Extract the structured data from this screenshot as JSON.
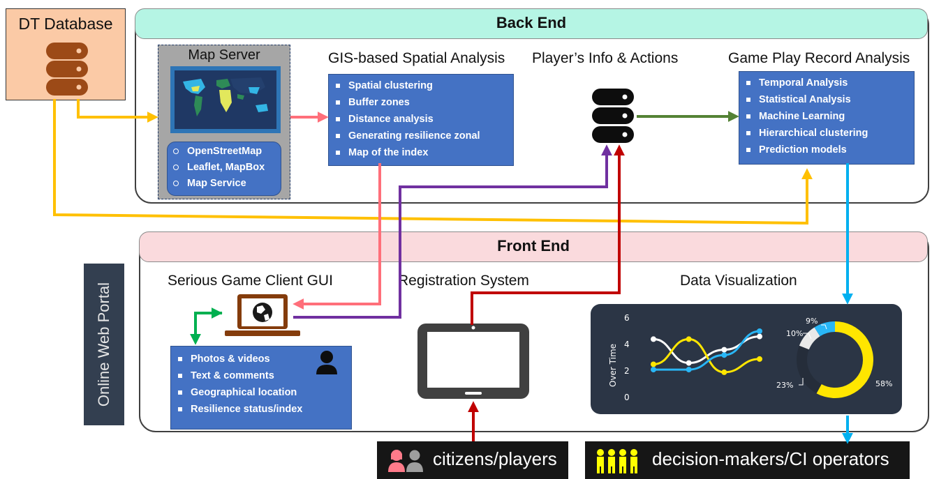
{
  "dt_database": {
    "label": "DT Database"
  },
  "back_end": {
    "title": "Back End",
    "map_server": {
      "title": "Map Server",
      "items": [
        "OpenStreetMap",
        "Leaflet, MapBox",
        "Map Service"
      ]
    },
    "gis": {
      "title": "GIS-based Spatial Analysis",
      "items": [
        "Spatial clustering",
        "Buffer zones",
        "Distance analysis",
        "Generating resilience zonal",
        "Map of the index"
      ]
    },
    "player_info": {
      "title": "Player’s Info & Actions"
    },
    "game_play": {
      "title": "Game Play Record Analysis",
      "items": [
        "Temporal Analysis",
        "Statistical Analysis",
        "Machine Learning",
        "Hierarchical clustering",
        "Prediction models"
      ]
    }
  },
  "front_end": {
    "title": "Front End",
    "side_label": "Online Web Portal",
    "client_gui": {
      "title": "Serious Game Client GUI",
      "items": [
        "Photos & videos",
        "Text & comments",
        "Geographical location",
        "Resilience status/index"
      ]
    },
    "registration": {
      "title": "Registration System"
    },
    "data_vis": {
      "title": "Data Visualization"
    }
  },
  "chart_data": [
    {
      "type": "line",
      "ylabel": "Over Time",
      "y_ticks": [
        "6",
        "4",
        "2",
        "0"
      ],
      "ylim": [
        0,
        6
      ],
      "x": [
        1,
        2,
        3,
        4
      ],
      "series": [
        {
          "color": "#ffffff",
          "values": [
            4.4,
            2.6,
            3.6,
            4.6
          ]
        },
        {
          "color": "#ffe600",
          "values": [
            2.5,
            4.4,
            1.9,
            2.9
          ]
        },
        {
          "color": "#29b6f6",
          "values": [
            2.1,
            2.1,
            3.2,
            5.0
          ]
        }
      ]
    },
    {
      "type": "pie",
      "style": "donut",
      "labels": [
        "58%",
        "23%",
        "10%",
        "9%"
      ],
      "values": [
        58,
        23,
        10,
        9
      ],
      "colors": [
        "#ffe600",
        "#252d3a",
        "#e9e9e9",
        "#29b6f6"
      ]
    }
  ],
  "bottom": {
    "citizens": "citizens/players",
    "decision_makers": "decision-makers/CI operators"
  },
  "colors": {
    "backend_bar": "#b5f5e4",
    "frontend_bar": "#fadadd",
    "db_orange": "#fbcaa6",
    "db_icon": "#9c4a17",
    "blue_box": "#4472c4",
    "arrow_yellow": "#ffc000",
    "arrow_pink": "#ff6f7a",
    "arrow_green": "#548235",
    "arrow_purple": "#7030a0",
    "arrow_red": "#c00000",
    "arrow_blue": "#00b0f0",
    "arrow_bright_green": "#00b050"
  }
}
